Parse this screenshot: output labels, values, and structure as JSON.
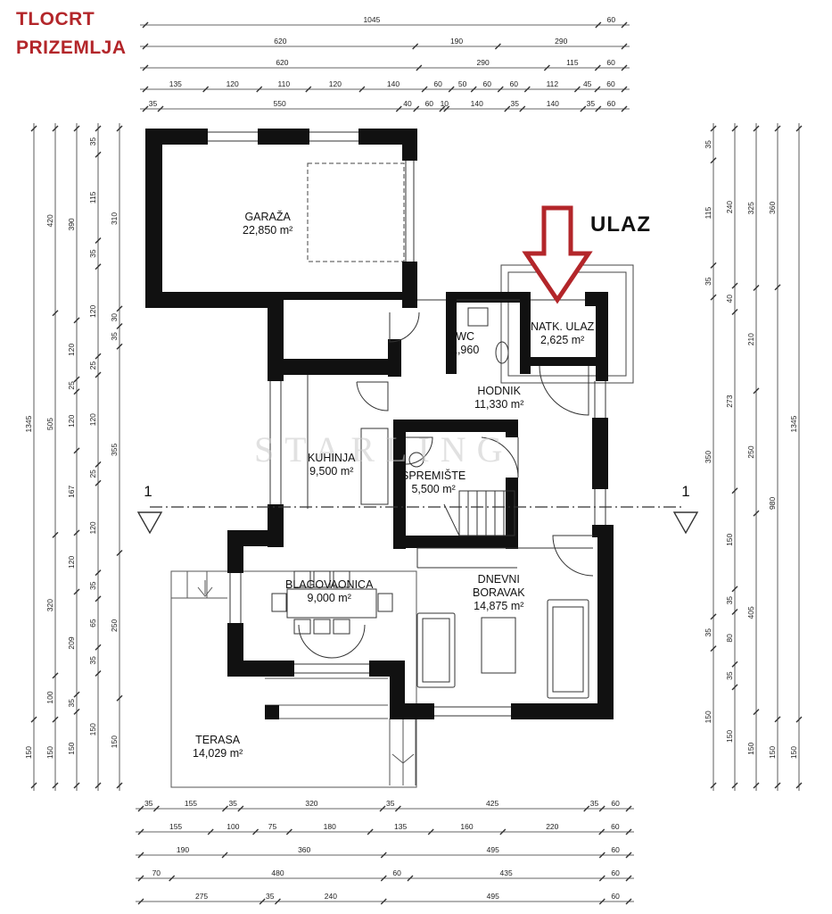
{
  "title": {
    "line1": "TLOCRT",
    "line2": "PRIZEMLJA"
  },
  "entrance_label": "ULAZ",
  "section_marker": "1",
  "watermark": "STARLING",
  "rooms": {
    "garage": {
      "name": "GARAŽA",
      "area": "22,850 m²"
    },
    "wc": {
      "name": "WC",
      "area": "1,960"
    },
    "covered": {
      "name": "NATK. ULAZ",
      "area": "2,625 m²"
    },
    "hall": {
      "name": "HODNIK",
      "area": "11,330 m²"
    },
    "kitchen": {
      "name": "KUHINJA",
      "area": "9,500 m²"
    },
    "storage": {
      "name": "SPREMIŠTE",
      "area": "5,500 m²"
    },
    "dining": {
      "name": "BLAGOVAONICA",
      "area": "9,000 m²"
    },
    "living": {
      "name": "DNEVNI",
      "name2": "BORAVAK",
      "area": "14,875 m²"
    },
    "terrace": {
      "name": "TERASA",
      "area": "14,029 m²"
    }
  },
  "dims_top": [
    [
      "1045",
      "60"
    ],
    [
      "620",
      "190",
      "290"
    ],
    [
      "620",
      "290",
      "115",
      "60"
    ],
    [
      "135",
      "120",
      "110",
      "120",
      "140",
      "60",
      "50",
      "60",
      "60",
      "112",
      "45",
      "60"
    ],
    [
      "35",
      "550",
      "40",
      "60",
      "10",
      "140",
      "35",
      "140",
      "35",
      "60"
    ]
  ],
  "dims_bottom": [
    [
      "35",
      "155",
      "35",
      "320",
      "35",
      "425",
      "35",
      "60"
    ],
    [
      "155",
      "100",
      "75",
      "180",
      "135",
      "160",
      "220",
      "60"
    ],
    [
      "190",
      "360",
      "495",
      "60"
    ],
    [
      "70",
      "480",
      "60",
      "435",
      "60"
    ],
    [
      "275",
      "35",
      "240",
      "495",
      "60"
    ]
  ],
  "dims_left": [
    [
      "1345",
      "150"
    ],
    [
      "420",
      "505",
      "320",
      "100",
      "150"
    ],
    [
      "390",
      "120",
      "25",
      "120",
      "167",
      "120",
      "209",
      "35",
      "150"
    ],
    [
      "35",
      "115",
      "35",
      "120",
      "25",
      "120",
      "25",
      "120",
      "35",
      "65",
      "35",
      "150"
    ],
    [
      "310",
      "30",
      "35",
      "355",
      "250",
      "150"
    ]
  ],
  "dims_right": [
    [
      "35",
      "115",
      "35",
      "350",
      "35",
      "150"
    ],
    [
      "240",
      "40",
      "273",
      "150",
      "35",
      "80",
      "35",
      "150"
    ],
    [
      "325",
      "210",
      "250",
      "405",
      "150"
    ],
    [
      "360",
      "980",
      "150"
    ],
    [
      "1345",
      "150"
    ]
  ]
}
